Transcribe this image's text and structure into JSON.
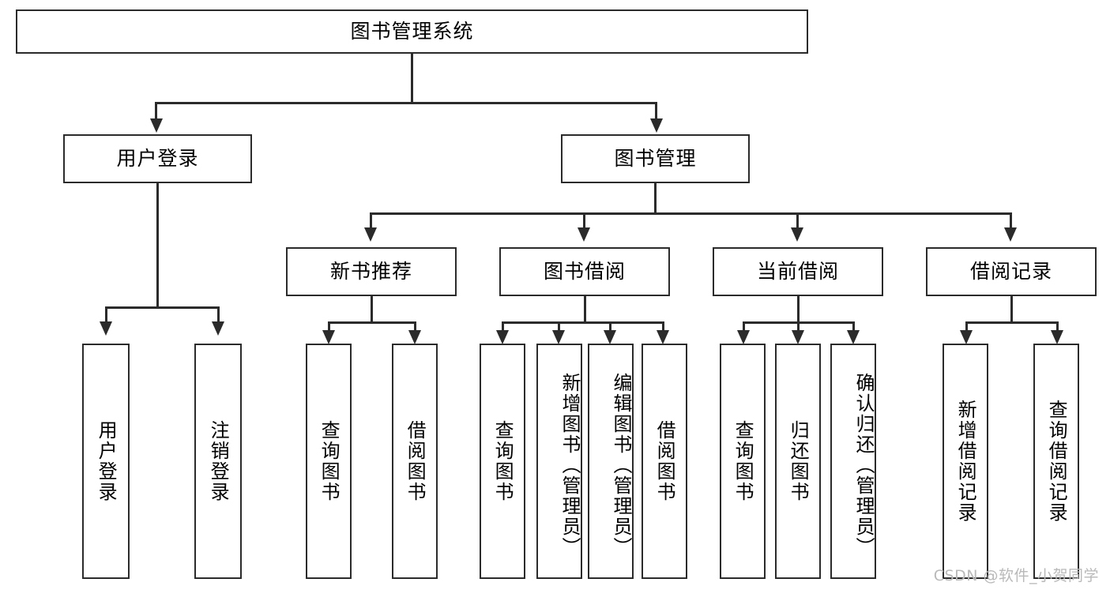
{
  "diagram": {
    "title": "图书管理系统",
    "type": "hierarchy-tree",
    "watermark": "CSDN @软件_小贺同学",
    "colors": {
      "background": "#ffffff",
      "stroke": "#2b2b2b",
      "text": "#000000",
      "watermark": "#b9b9b9"
    },
    "root": {
      "label": "图书管理系统"
    },
    "level2": [
      {
        "label": "用户登录"
      },
      {
        "label": "图书管理"
      }
    ],
    "level3": [
      {
        "label": "新书推荐"
      },
      {
        "label": "图书借阅"
      },
      {
        "label": "当前借阅"
      },
      {
        "label": "借阅记录"
      }
    ],
    "leaves": {
      "user_login": [
        {
          "label": "用户登录"
        },
        {
          "label": "注销登录"
        }
      ],
      "new_books": [
        {
          "label": "查询图书"
        },
        {
          "label": "借阅图书"
        }
      ],
      "borrow_books": [
        {
          "label": "查询图书"
        },
        {
          "label": "新增图书（管理员）"
        },
        {
          "label": "编辑图书（管理员）"
        },
        {
          "label": "借阅图书"
        }
      ],
      "current_borrow": [
        {
          "label": "查询图书"
        },
        {
          "label": "归还图书"
        },
        {
          "label": "确认归还（管理员）"
        }
      ],
      "borrow_records": [
        {
          "label": "新增借阅记录"
        },
        {
          "label": "查询借阅记录"
        }
      ]
    }
  }
}
